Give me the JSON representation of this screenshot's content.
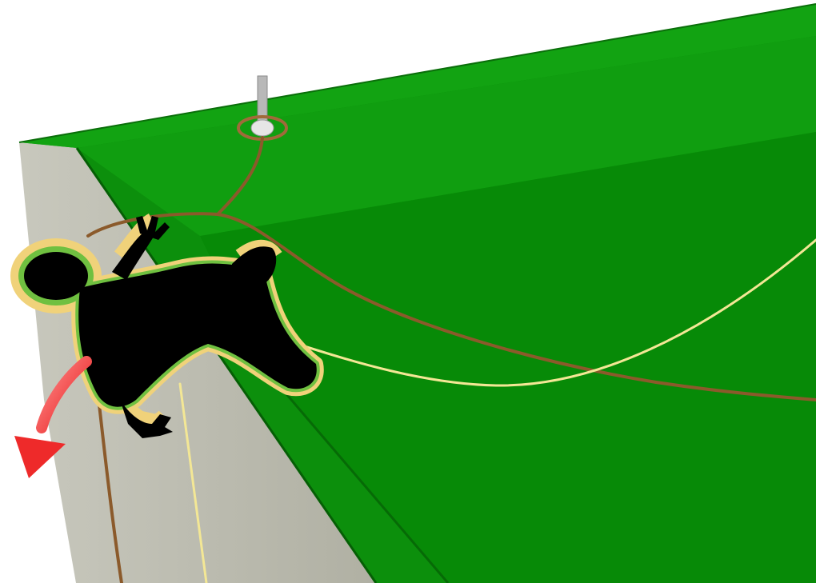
{
  "scene": {
    "description_elements": [
      "roof-slab",
      "parapet-wall",
      "anchor-post",
      "lifeline-rope",
      "safety-line",
      "falling-worker-silhouette",
      "fall-direction-arrow"
    ]
  },
  "colors": {
    "background": "#ffffff",
    "roof_top": "#0e9a0e",
    "roof_shadow": "#0a7f0a",
    "roof_edge_front": "#0b7d0b",
    "wall": "#bdbdb0",
    "lifeline": "#8b5a2b",
    "safety_line": "#f2e48a",
    "worker": "#000000",
    "worker_glow": "#f0d27a",
    "arrow": "#f04040"
  }
}
